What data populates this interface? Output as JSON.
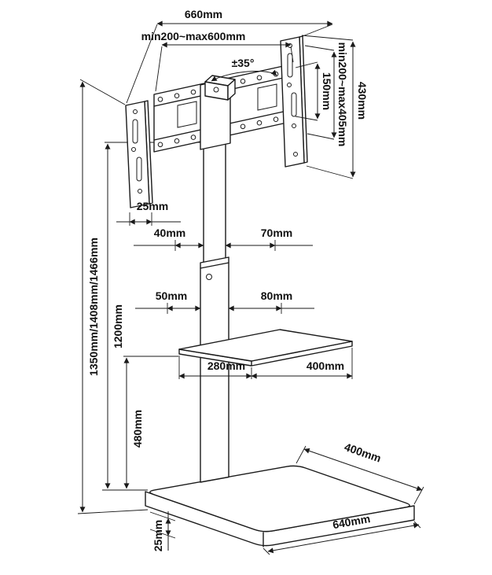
{
  "diagram": {
    "title": "TV floor stand dimensional drawing",
    "labels": {
      "top_width": "660mm",
      "vesa_width_range": "min200~max600mm",
      "swivel_angle": "±35°",
      "bar_spacing": "150mm",
      "vesa_height_range": "min200~max405mm",
      "bracket_height": "430mm",
      "bracket_offset": "25mm",
      "column_upper_depth": "40mm",
      "column_upper_width": "70mm",
      "column_lower_depth": "50mm",
      "column_lower_width": "80mm",
      "overall_height": "1350mm/1408mm/1466mm",
      "column_height": "1200mm",
      "shelf_depth": "280mm",
      "shelf_width": "400mm",
      "shelf_height": "480mm",
      "base_depth": "400mm",
      "base_width": "640mm",
      "base_thickness": "25mm"
    }
  }
}
